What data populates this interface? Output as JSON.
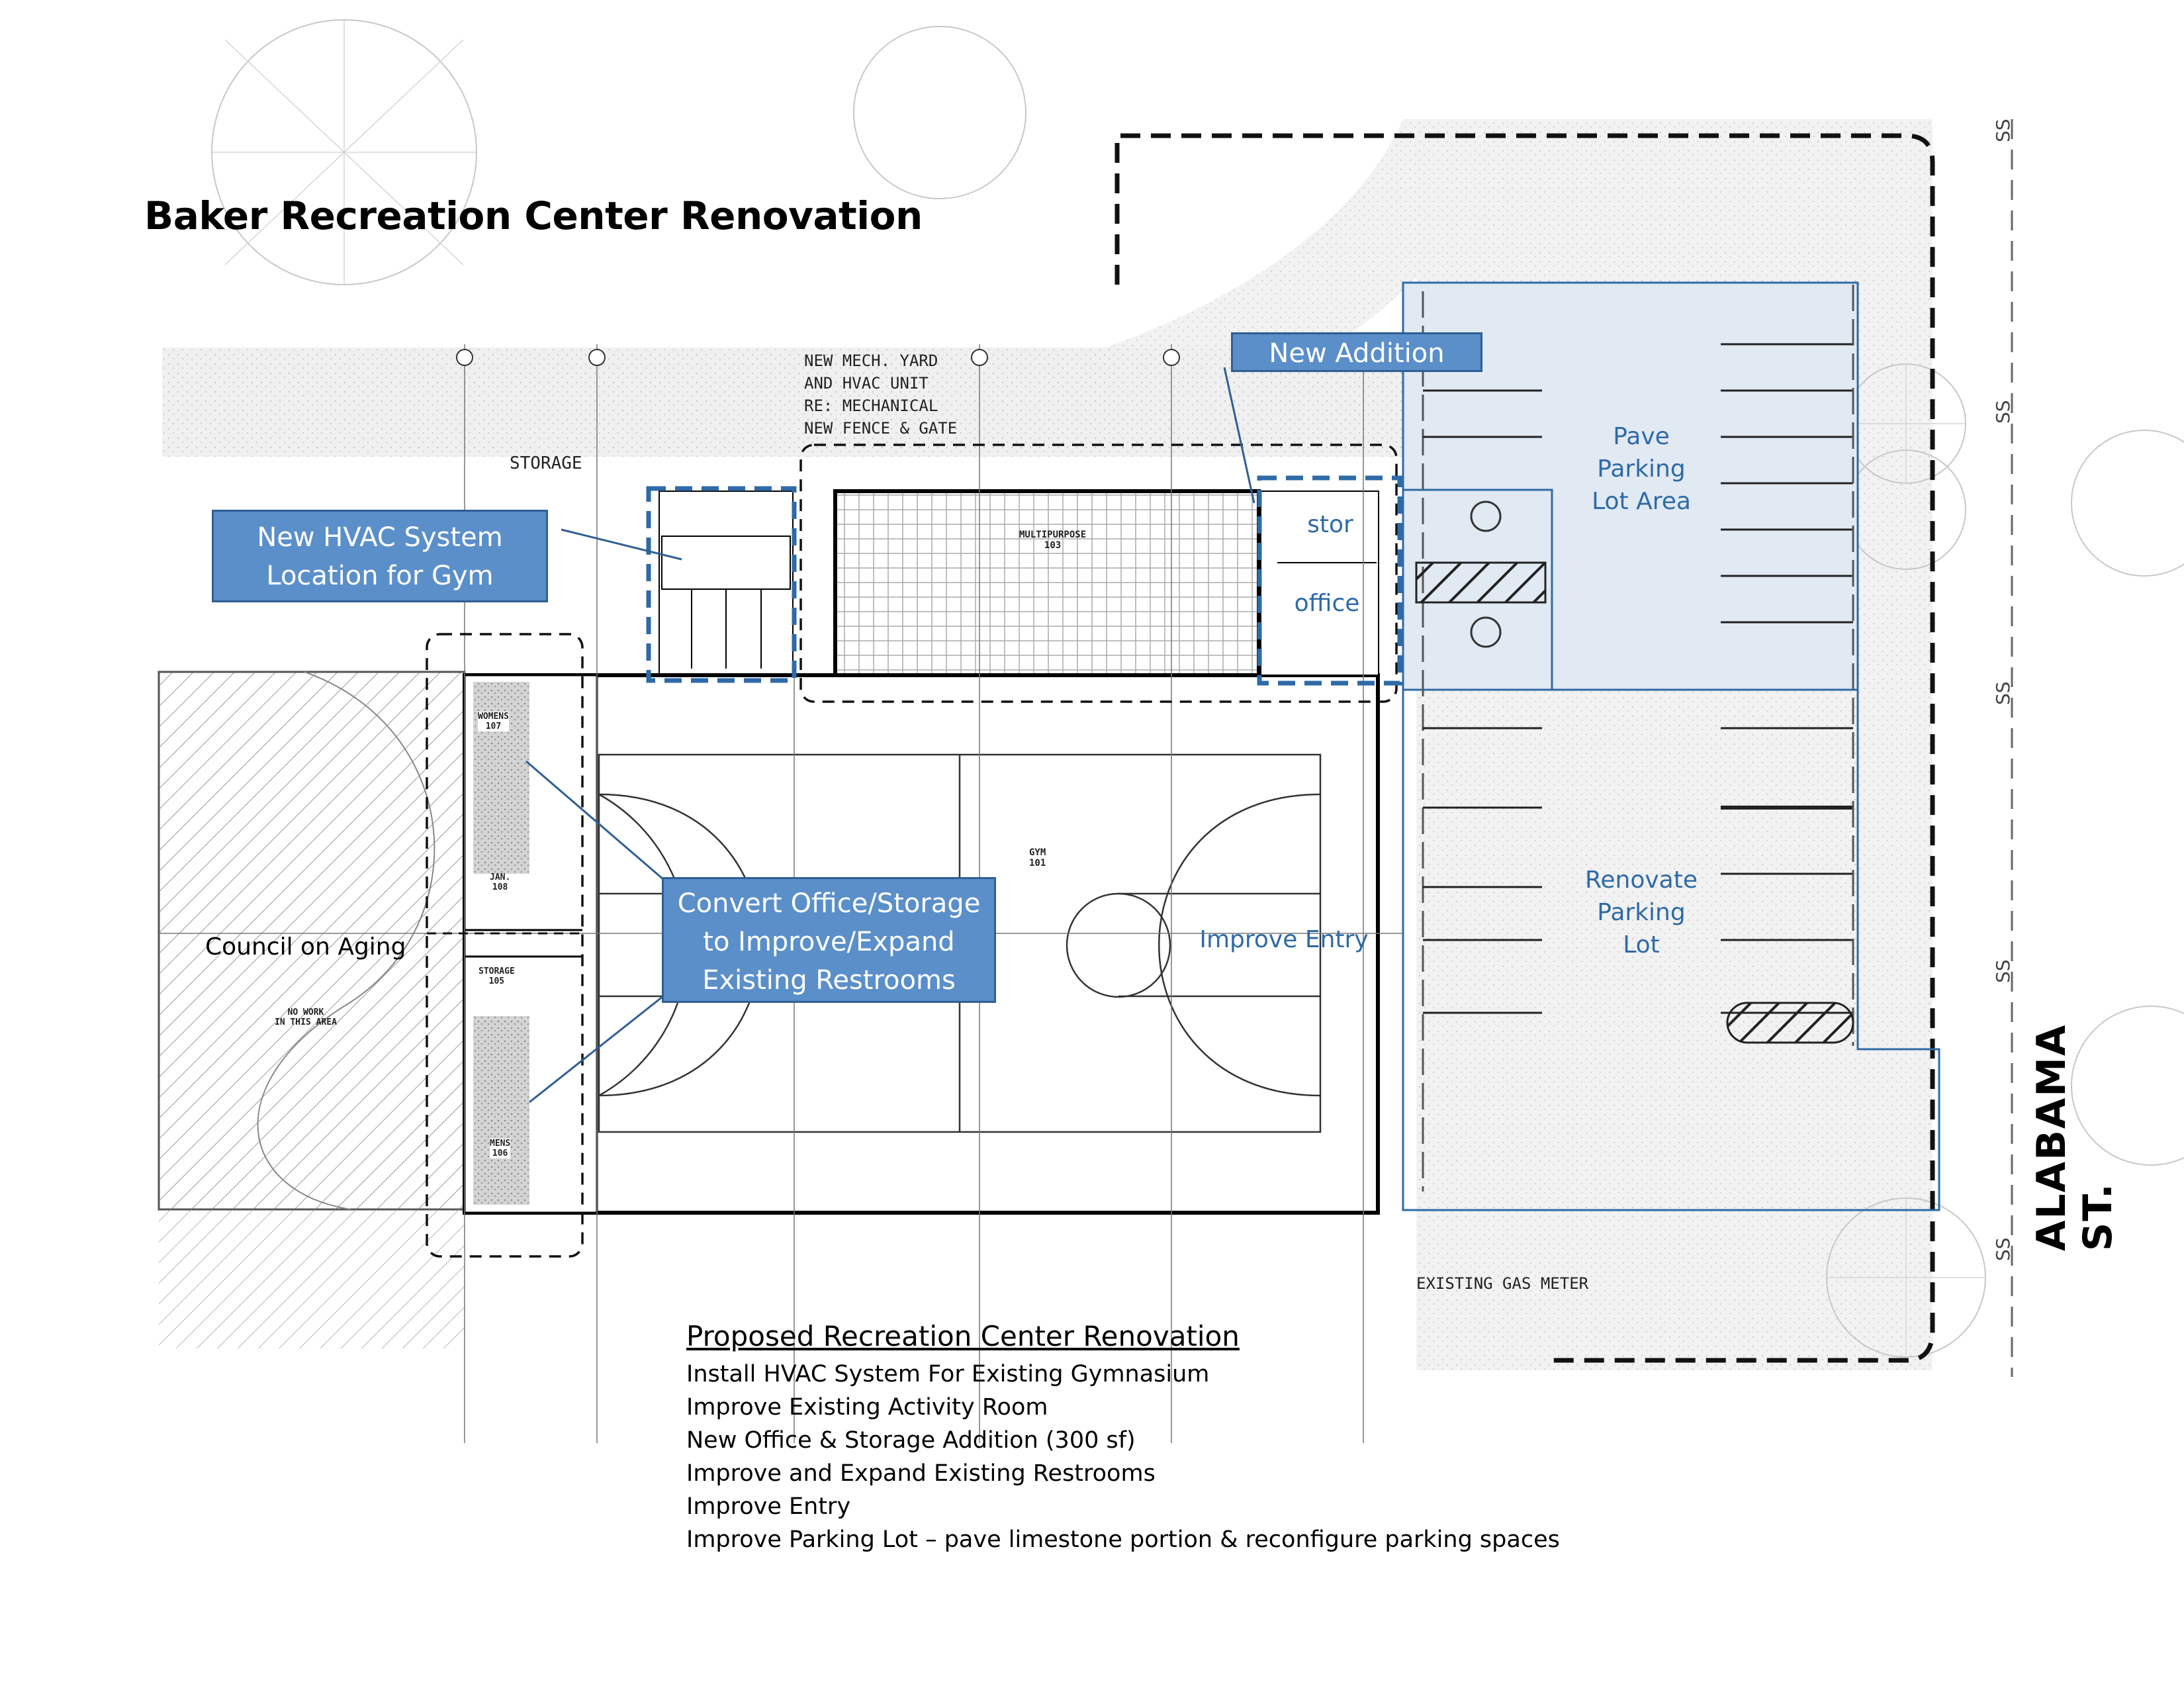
{
  "title": "Baker Recreation Center Renovation",
  "callouts": {
    "new_addition": "New Addition",
    "hvac_line1": "New HVAC System",
    "hvac_line2": "Location for Gym",
    "restroom_line1": "Convert Office/Storage",
    "restroom_line2": "to Improve/Expand",
    "restroom_line3": "Existing Restrooms"
  },
  "room_labels": {
    "stor": "stor",
    "office": "office",
    "pave_line1": "Pave",
    "pave_line2": "Parking",
    "pave_line3": "Lot Area",
    "renovate_line1": "Renovate",
    "renovate_line2": "Parking",
    "renovate_line3": "Lot",
    "improve_entry": "Improve Entry",
    "council": "Council on Aging"
  },
  "drawing_text": {
    "mech_yard_1": "NEW MECH. YARD",
    "mech_yard_2": "AND HVAC UNIT",
    "mech_yard_3": "RE: MECHANICAL",
    "mech_yard_4": "NEW FENCE & GATE",
    "storage_top": "STORAGE",
    "multipurpose": "MULTIPURPOSE",
    "multipurpose_no": "103",
    "gym": "GYM",
    "gym_no": "101",
    "womens": "WOMENS",
    "womens_no": "107",
    "jan": "JAN.",
    "jan_no": "108",
    "storage_mid": "STORAGE",
    "storage_mid_no": "105",
    "mens": "MENS",
    "mens_no": "106",
    "no_work_1": "NO WORK",
    "no_work_2": "IN THIS AREA",
    "gas_meter": "EXISTING GAS METER",
    "ss": "SS"
  },
  "street": "ALABAMA ST.",
  "notes": {
    "heading": "Proposed Recreation Center Renovation",
    "items": [
      "Install HVAC System For Existing Gymnasium",
      "Improve Existing Activity Room",
      "New Office & Storage Addition (300 sf)",
      "Improve and Expand Existing Restrooms",
      "Improve Entry",
      "Improve Parking Lot – pave limestone portion & reconfigure parking spaces"
    ]
  },
  "colors": {
    "callout_fill": "#5b8fc9",
    "callout_border": "#2f5f94",
    "blue_label": "#2e6aa7",
    "parking_fill": "#e1e9f3",
    "paving_gray": "#eeeeee"
  }
}
